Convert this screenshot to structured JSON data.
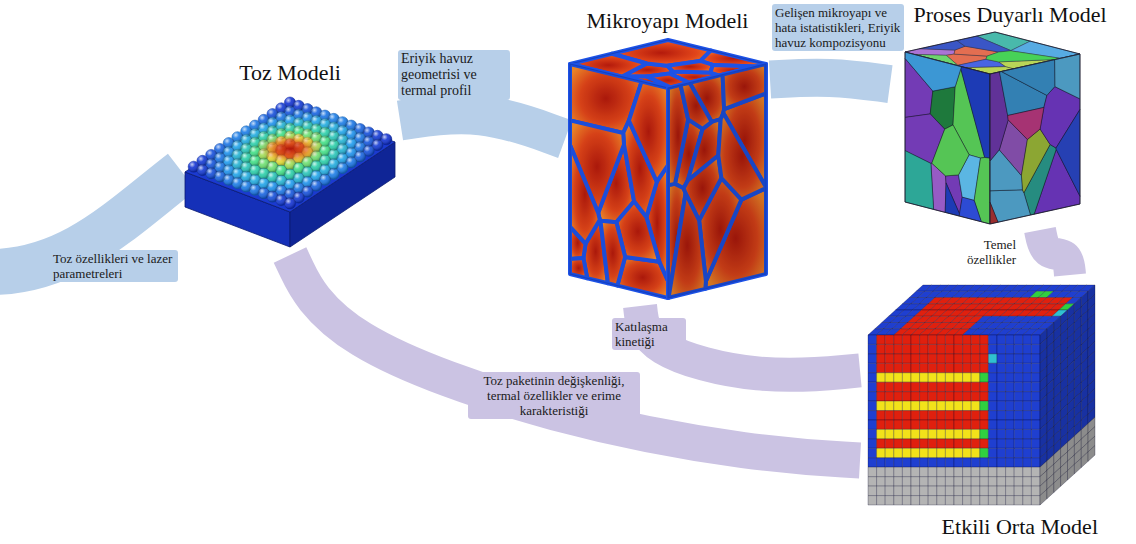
{
  "diagram": {
    "nodes": [
      {
        "text": [
          "Toz Modeli"
        ]
      },
      {
        "text": [
          "Mikroyapı Modeli"
        ]
      },
      {
        "text": [
          "Proses Duyarlı Model"
        ]
      },
      {
        "text": [
          "Etkili Orta Model"
        ]
      }
    ],
    "edges": [
      {
        "from": 0,
        "to": 1,
        "arrow": "none",
        "label": "Eriyik havuz geometrisi ve termal profil"
      },
      {
        "from": 1,
        "to": 2,
        "arrow": "none",
        "label": "Gelişen mikroyapı ve hata istatistikleri, Eriyik havuz kompozisyonu"
      },
      {
        "from": 2,
        "to": 3,
        "arrow": "none",
        "label": "Temel özellikler"
      },
      {
        "from": 1,
        "to": 3,
        "arrow": "none",
        "label": "Katılaşma kinetiği"
      },
      {
        "from": 0,
        "to": 3,
        "arrow": "none",
        "label": "Toz paketinin değişkenliği, termal özellikler ve erime karakteristiği"
      }
    ],
    "labels": [
      "Toz özellikleri ve lazer parametreleri"
    ]
  }
}
